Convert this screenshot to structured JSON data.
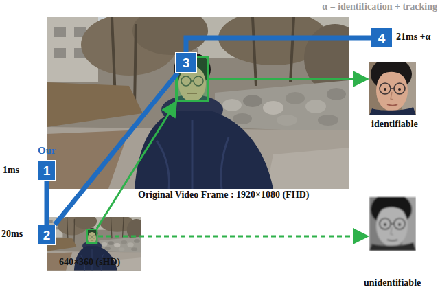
{
  "diagram": {
    "nodes": [
      {
        "text": [
          "1"
        ]
      },
      {
        "text": [
          "2"
        ]
      },
      {
        "text": [
          "3"
        ]
      },
      {
        "text": [
          "4"
        ]
      }
    ],
    "edges": [
      {
        "from": 0,
        "to": 1,
        "arrow": "none"
      },
      {
        "from": 1,
        "to": 2,
        "arrow": "none"
      },
      {
        "from": 2,
        "to": 3,
        "arrow": "none"
      }
    ],
    "labels": [
      "α = identification + tracking",
      "Our",
      "1ms",
      "20ms",
      "21ms +α",
      "Original Video Frame : 1920×1080 (FHD)",
      "640×360 (sHD)",
      "identifiable",
      "unidentifiable"
    ]
  }
}
